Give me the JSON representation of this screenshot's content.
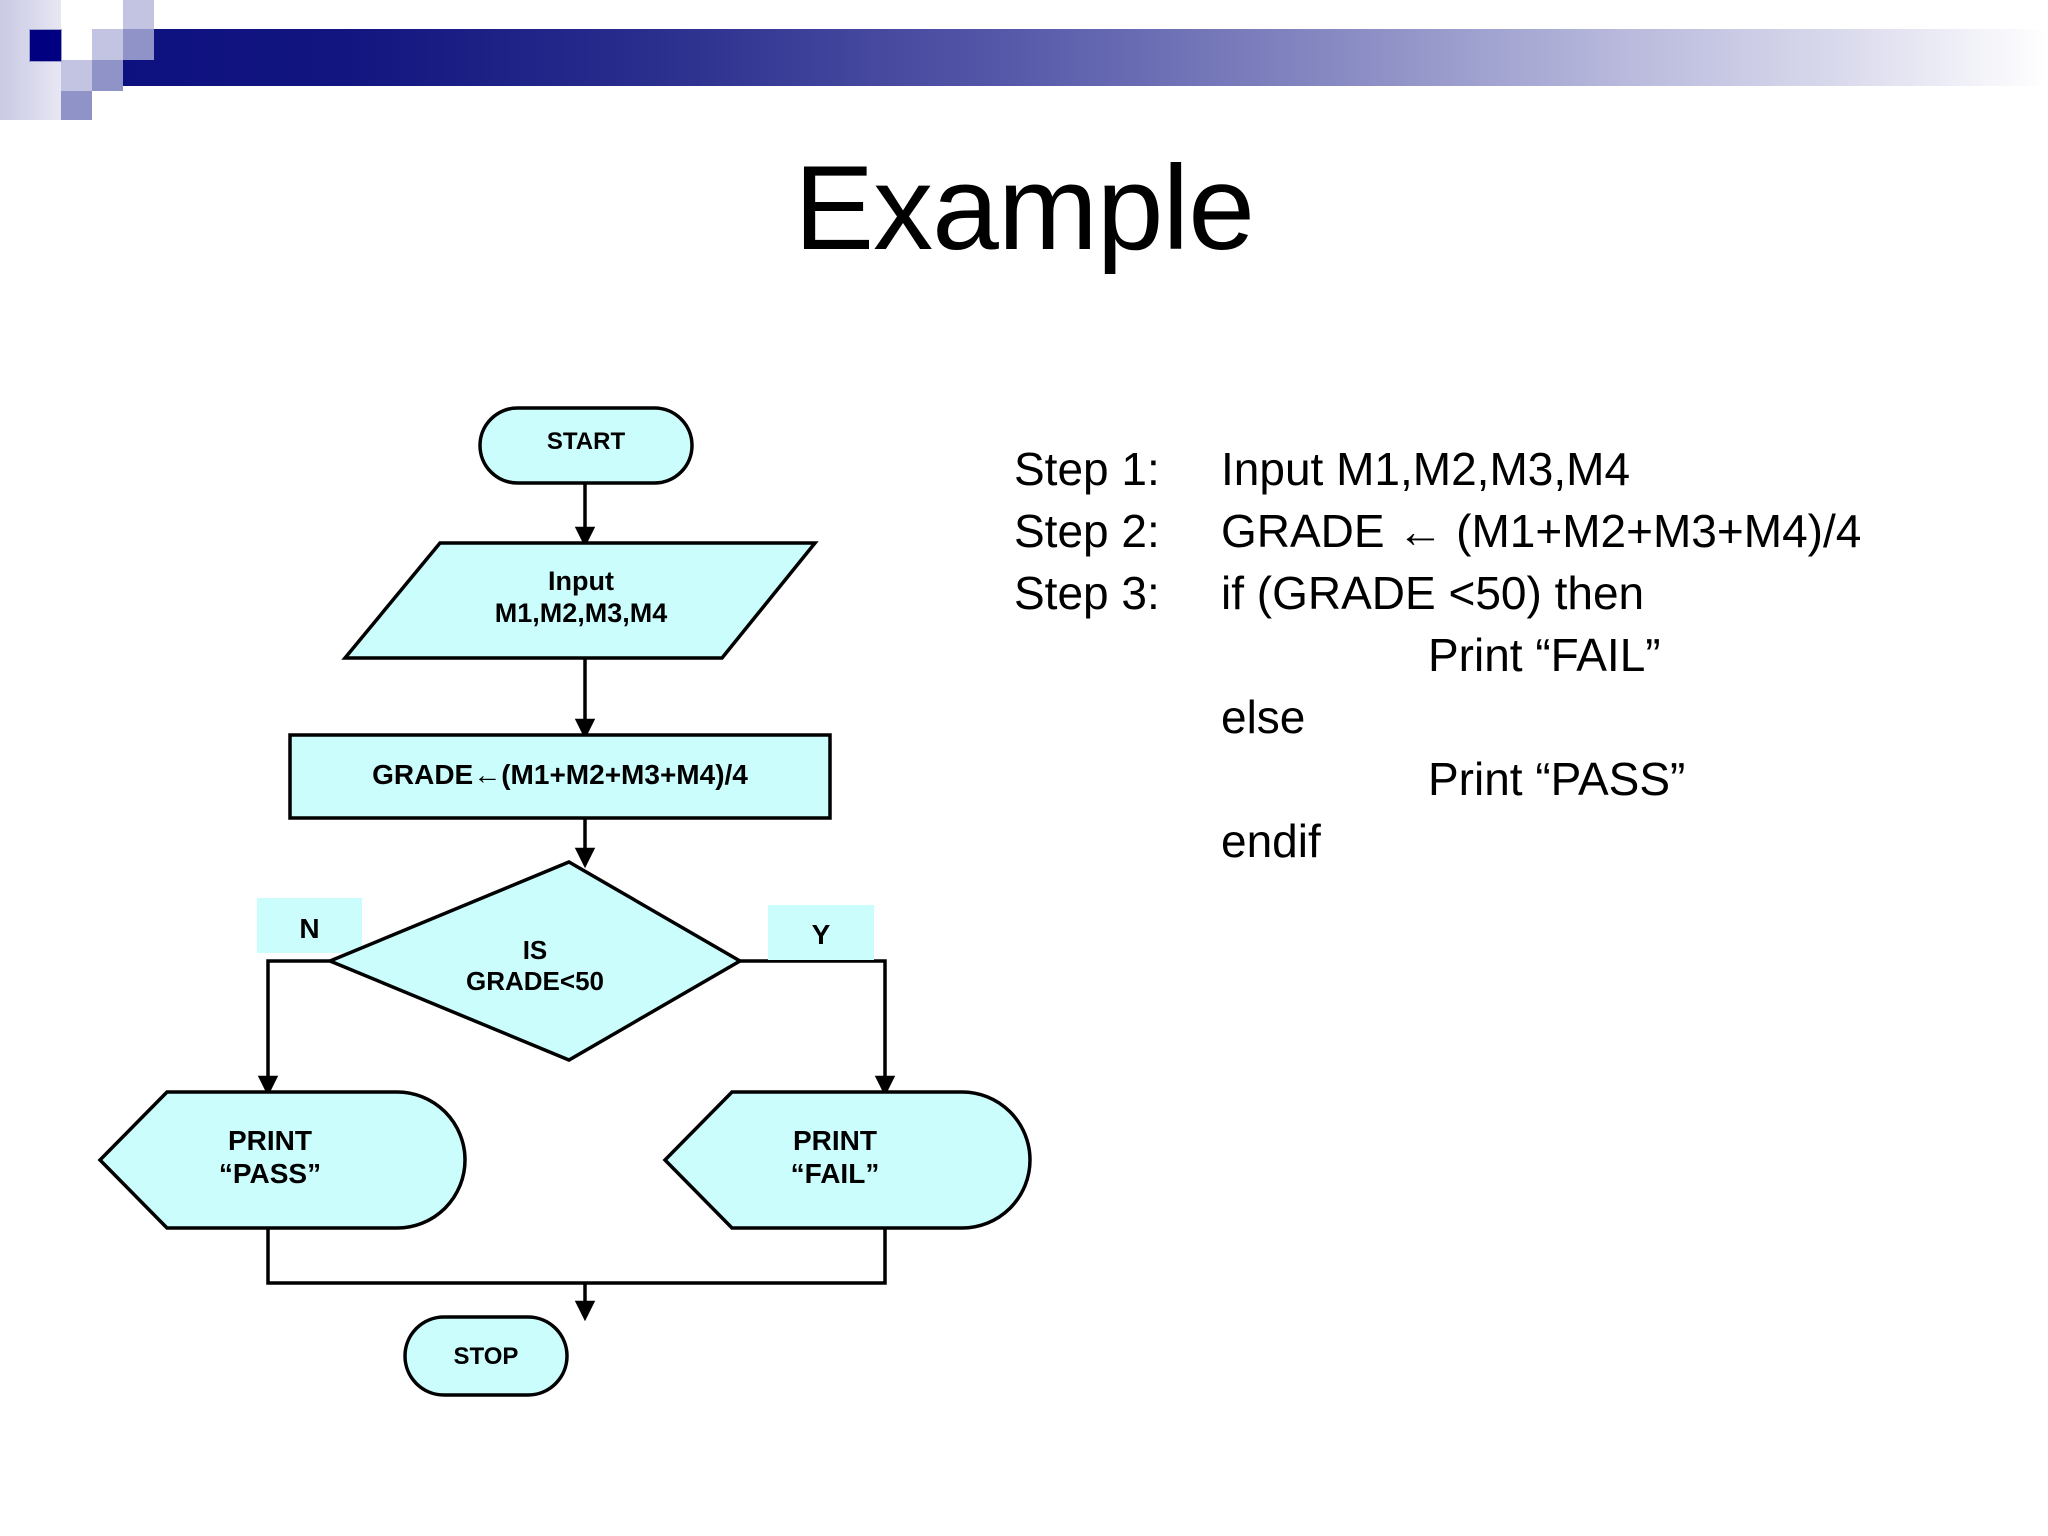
{
  "slide": {
    "title": "Example",
    "background_color": "#ffffff"
  },
  "theme": {
    "header_gradient_from": "#0d1180",
    "header_gradient_to": "#ffffff",
    "accent_dark": "#000080",
    "accent_mid": "#9093c8",
    "accent_light": "#c3c4e2",
    "shape_fill": "#ccfdfd",
    "shape_stroke": "#000000"
  },
  "flowchart": {
    "nodes": {
      "start": {
        "label": "START",
        "shape": "terminator"
      },
      "input": {
        "label": "Input\nM1,M2,M3,M4",
        "shape": "parallelogram"
      },
      "process": {
        "label": "GRADE←(M1+M2+M3+M4)/4",
        "shape": "rectangle"
      },
      "decision": {
        "label": "IS\nGRADE<50",
        "shape": "diamond"
      },
      "print_pass": {
        "label": "PRINT\n“PASS”",
        "shape": "display"
      },
      "print_fail": {
        "label": "PRINT\n“FAIL”",
        "shape": "display"
      },
      "stop": {
        "label": "STOP",
        "shape": "terminator"
      }
    },
    "branch_labels": {
      "no": "N",
      "yes": "Y"
    }
  },
  "pseudocode": {
    "lines": [
      {
        "label": "Step 1:",
        "text": "Input M1,M2,M3,M4",
        "indent": 0
      },
      {
        "label": "Step 2:",
        "text": "GRADE ← (M1+M2+M3+M4)/4",
        "indent": 0
      },
      {
        "label": "Step 3:",
        "text": "if (GRADE <50) then",
        "indent": 0
      },
      {
        "label": "",
        "text": "Print “FAIL”",
        "indent": 2
      },
      {
        "label": "",
        "text": "else",
        "indent": 1
      },
      {
        "label": "",
        "text": "Print “PASS”",
        "indent": 2
      },
      {
        "label": "",
        "text": "endif",
        "indent": 1
      }
    ]
  }
}
